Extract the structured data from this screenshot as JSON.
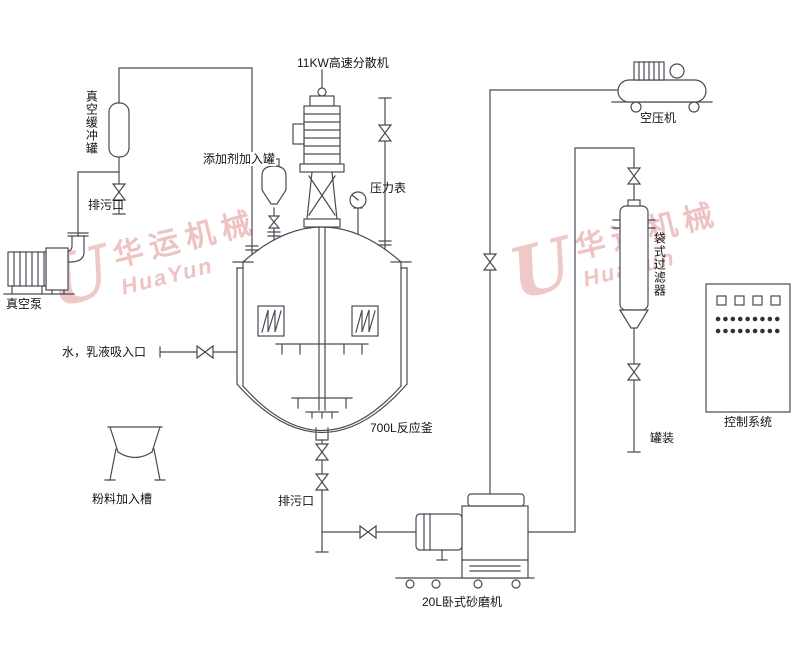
{
  "diagram": {
    "labels": {
      "disperser": "11KW高速分散机",
      "vacuum_buffer_tank": "真空缓冲罐",
      "drain_left": "排污口",
      "vacuum_pump": "真空泵",
      "additive_tank": "添加剂加入罐",
      "pressure_gauge": "压力表",
      "water_emulsion_inlet": "水，乳液吸入口",
      "reactor": "700L反应釜",
      "powder_hopper": "粉料加入槽",
      "drain_bottom": "排污口",
      "air_compressor": "空压机",
      "bag_filter": "袋式过滤器",
      "filling": "罐装",
      "control_system": "控制系统",
      "sand_mill": "20L卧式砂磨机"
    },
    "watermark": {
      "cn": "华运机械",
      "en": "HuaYun",
      "logo": "U",
      "color": "#e09292"
    },
    "colors": {
      "line": "#474c54",
      "label": "#141414",
      "background": "#ffffff"
    }
  }
}
